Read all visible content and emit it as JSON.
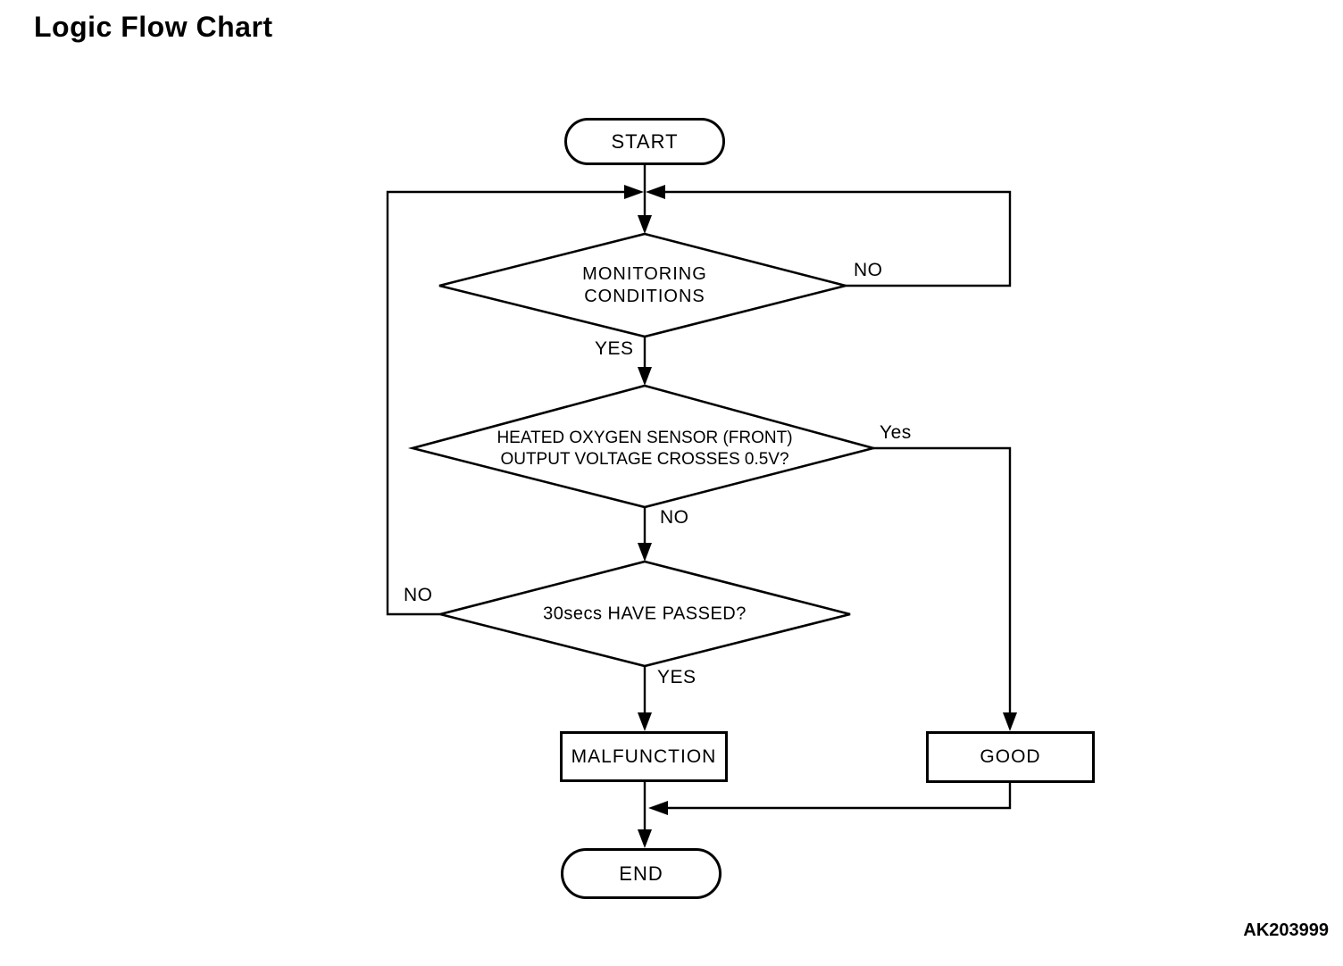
{
  "page": {
    "title": "Logic Flow Chart",
    "figure_code": "AK203999"
  },
  "flowchart": {
    "colors": {
      "line": "#000000",
      "background": "#ffffff",
      "text": "#000000"
    },
    "nodes": {
      "start": {
        "type": "terminator",
        "label": "START"
      },
      "monitoring_conditions": {
        "type": "decision",
        "label": "MONITORING\nCONDITIONS"
      },
      "o2_sensor_check": {
        "type": "decision",
        "label": "HEATED OXYGEN SENSOR (FRONT)\nOUTPUT VOLTAGE CROSSES 0.5V?"
      },
      "timer_check": {
        "type": "decision",
        "label": "30secs HAVE PASSED?"
      },
      "malfunction": {
        "type": "process",
        "label": "MALFUNCTION"
      },
      "good": {
        "type": "process",
        "label": "GOOD"
      },
      "end": {
        "type": "terminator",
        "label": "END"
      }
    },
    "edges": [
      {
        "from": "start",
        "to": "loop_junction",
        "label": ""
      },
      {
        "from": "monitoring_conditions",
        "to": "loop_junction",
        "label": "NO"
      },
      {
        "from": "monitoring_conditions",
        "to": "o2_sensor_check",
        "label": "YES"
      },
      {
        "from": "o2_sensor_check",
        "to": "good",
        "label": "Yes"
      },
      {
        "from": "o2_sensor_check",
        "to": "timer_check",
        "label": "NO"
      },
      {
        "from": "timer_check",
        "to": "loop_junction",
        "label": "NO"
      },
      {
        "from": "timer_check",
        "to": "malfunction",
        "label": "YES"
      },
      {
        "from": "malfunction",
        "to": "end",
        "label": ""
      },
      {
        "from": "good",
        "to": "end",
        "label": ""
      }
    ]
  }
}
